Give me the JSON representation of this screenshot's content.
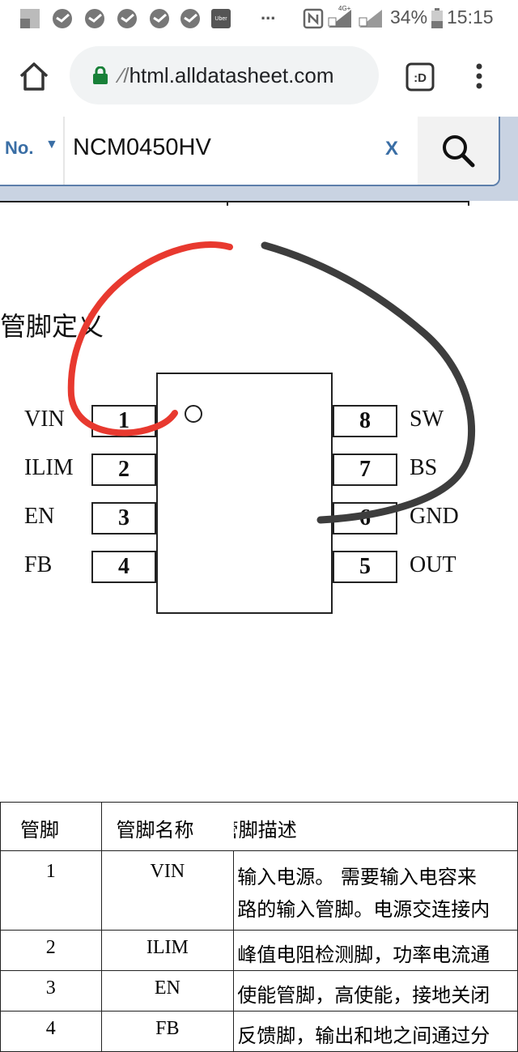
{
  "statusbar": {
    "battery": "34%",
    "time": "15:15",
    "network": "4G+",
    "notification_dots": "..."
  },
  "browser": {
    "url_prefix": "∕/",
    "url_host": "html.alldatasheet.com",
    "tab_label": ":D"
  },
  "search": {
    "field_label": "No.",
    "part_number": "NCM0450HV",
    "clear_label": "X"
  },
  "section": {
    "heading": "管脚定义"
  },
  "pinout": {
    "left_pins": [
      {
        "num": "1",
        "name": "VIN"
      },
      {
        "num": "2",
        "name": "ILIM"
      },
      {
        "num": "3",
        "name": "EN"
      },
      {
        "num": "4",
        "name": "FB"
      }
    ],
    "right_pins": [
      {
        "num": "8",
        "name": "SW"
      },
      {
        "num": "7",
        "name": "BS"
      },
      {
        "num": "6",
        "name": "GND"
      },
      {
        "num": "5",
        "name": "OUT"
      }
    ]
  },
  "table": {
    "headers": [
      "管脚",
      "管脚名称",
      "管脚描述"
    ],
    "rows": [
      {
        "pin": "1",
        "name": "VIN",
        "desc_line1": "输入电源。 需要输入电容来",
        "desc_line2": "路的输入管脚。电源交连接内"
      },
      {
        "pin": "2",
        "name": "ILIM",
        "desc_line1": "峰值电阻检测脚，功率电流通"
      },
      {
        "pin": "3",
        "name": "EN",
        "desc_line1": "使能管脚，高使能，接地关闭"
      },
      {
        "pin": "4",
        "name": "FB",
        "desc_line1": "反馈脚，输出和地之间通过分"
      }
    ]
  },
  "colors": {
    "accent": "#3a6ea5",
    "lock_green": "#188038",
    "red_ink": "#e8392f",
    "dark_ink": "#3d3d3d"
  }
}
